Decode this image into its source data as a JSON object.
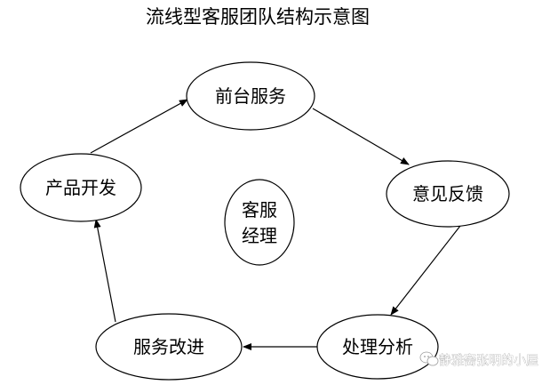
{
  "title": "流线型客服团队结构示意图",
  "nodes": {
    "front_desk": "前台服务",
    "feedback": "意见反馈",
    "analysis": "处理分析",
    "improvement": "服务改进",
    "product_dev": "产品开发",
    "manager_line1": "客服",
    "manager_line2": "经理"
  },
  "watermark": "静雅斋张明的小屋",
  "colors": {
    "stroke": "#000000",
    "background": "#ffffff"
  }
}
